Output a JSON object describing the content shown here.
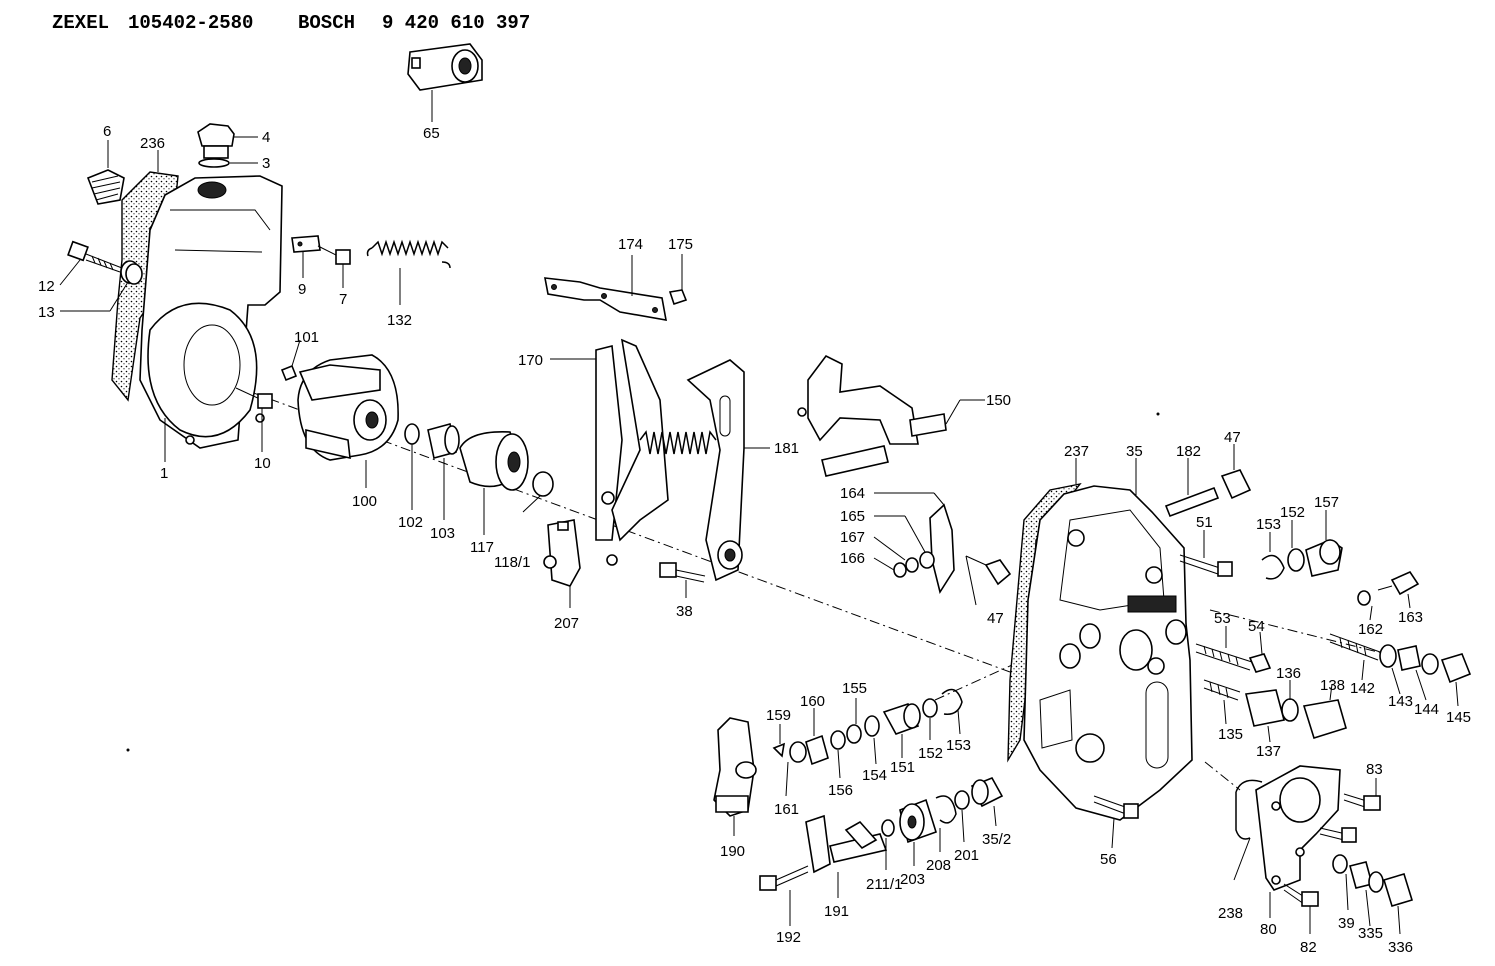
{
  "header": {
    "brand1": "ZEXEL",
    "number1": "105402-2580",
    "brand2": "BOSCH",
    "number2": "9 420 610 397"
  },
  "labels": {
    "p65": "65",
    "p6": "6",
    "p236": "236",
    "p4": "4",
    "p3": "3",
    "p12": "12",
    "p13": "13",
    "p9": "9",
    "p7": "7",
    "p132": "132",
    "p101": "101",
    "p1": "1",
    "p10": "10",
    "p100": "100",
    "p102": "102",
    "p103": "103",
    "p117": "117",
    "p118_1": "118/1",
    "p207": "207",
    "p174": "174",
    "p175": "175",
    "p170": "170",
    "p181": "181",
    "p38": "38",
    "p150": "150",
    "p164": "164",
    "p165": "165",
    "p167": "167",
    "p166": "166",
    "p47a": "47",
    "p47b": "47",
    "p237": "237",
    "p35": "35",
    "p182": "182",
    "p51": "51",
    "p153a": "153",
    "p152a": "152",
    "p157": "157",
    "p163": "163",
    "p162": "162",
    "p53": "53",
    "p54": "54",
    "p142": "142",
    "p143": "143",
    "p144": "144",
    "p145": "145",
    "p136": "136",
    "p138": "138",
    "p135": "135",
    "p137": "137",
    "p155": "155",
    "p160": "160",
    "p159": "159",
    "p161": "161",
    "p156": "156",
    "p154": "154",
    "p151": "151",
    "p152b": "152",
    "p153b": "153",
    "p190": "190",
    "p192": "192",
    "p191": "191",
    "p211_1": "211/1",
    "p203": "203",
    "p208": "208",
    "p201": "201",
    "p35_2": "35/2",
    "p56": "56",
    "p83": "83",
    "p238": "238",
    "p80": "80",
    "p82": "82",
    "p39": "39",
    "p335": "335",
    "p336": "336"
  }
}
